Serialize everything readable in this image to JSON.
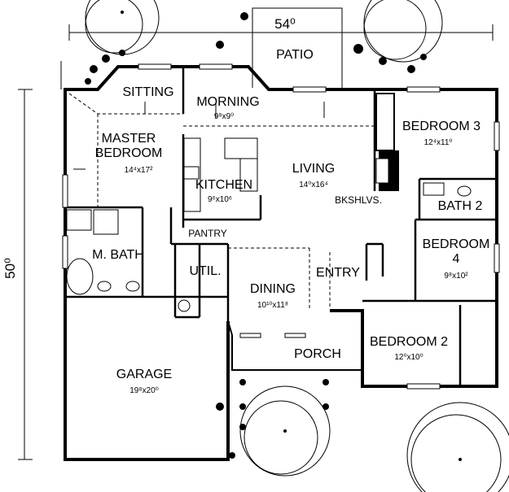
{
  "dimensions": {
    "width": "54⁰",
    "depth": "50⁰"
  },
  "rooms": {
    "patio": "PATIO",
    "sitting": "SITTING",
    "morning": {
      "name": "MORNING",
      "size": "9⁸x9⁰"
    },
    "master": {
      "name1": "MASTER",
      "name2": "BEDROOM",
      "size": "14⁴x17²"
    },
    "kitchen": {
      "name": "KITCHEN",
      "size": "9⁶x10⁶"
    },
    "living": {
      "name": "LIVING",
      "size": "14⁰x16⁴"
    },
    "bookshelves": "BKSHLVS.",
    "bedroom3": {
      "name": "BEDROOM 3",
      "size": "12⁴x11⁰"
    },
    "bath2": "BATH 2",
    "bedroom4": {
      "name1": "BEDROOM",
      "name2": "4",
      "size": "9⁸x10²"
    },
    "pantry": "PANTRY",
    "mbath": "M. BATH",
    "util": "UTIL.",
    "dining": {
      "name": "DINING",
      "size": "10¹⁰x11⁸"
    },
    "entry": "ENTRY",
    "porch": "PORCH",
    "bedroom2": {
      "name": "BEDROOM 2",
      "size": "12⁰x10⁰"
    },
    "garage": {
      "name": "GARAGE",
      "size": "19⁸x20⁰"
    }
  }
}
